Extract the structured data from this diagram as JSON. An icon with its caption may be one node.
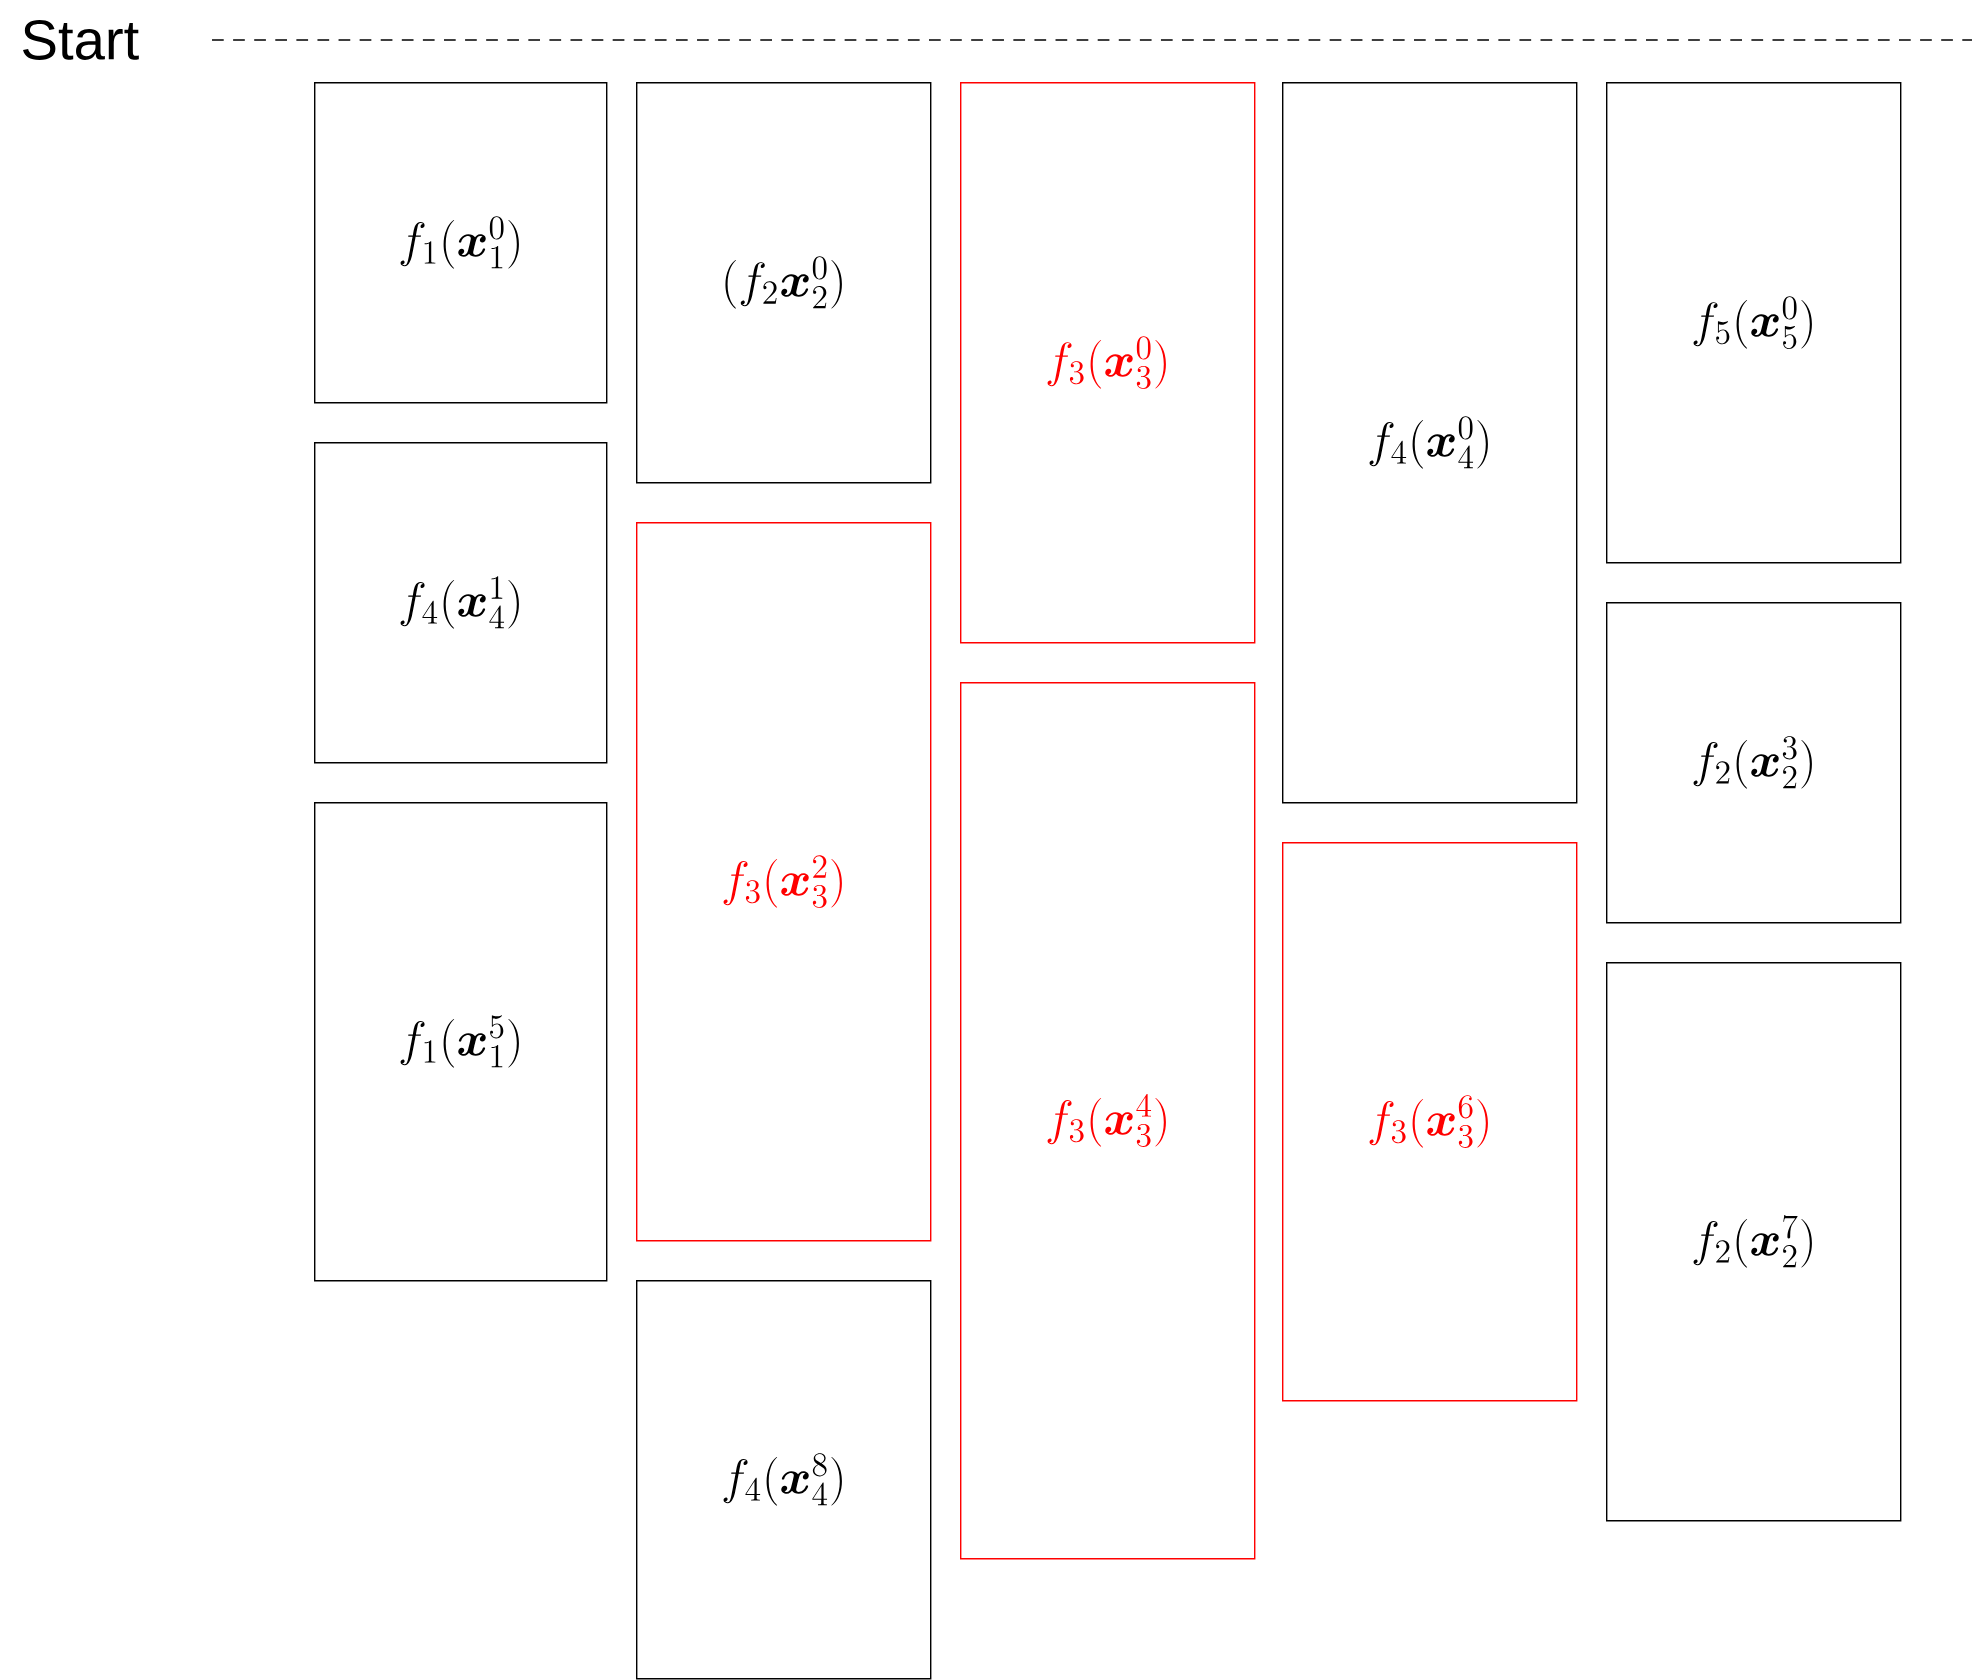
{
  "diagram": {
    "nodes": [
      {
        "text": [
          "f_1(\\boldsymbol{x}_1^0)"
        ]
      },
      {
        "text": [
          "f_4(\\boldsymbol{x}_4^1)"
        ]
      },
      {
        "text": [
          "f_1(\\boldsymbol{x}_1^5)"
        ]
      },
      {
        "text": [
          "(f_2\\boldsymbol{x}_2^0)"
        ]
      },
      {
        "text": [
          "f_3(\\boldsymbol{x}_3^2)"
        ]
      },
      {
        "text": [
          "f_4(\\boldsymbol{x}_4^8)"
        ]
      },
      {
        "text": [
          "f_3(\\boldsymbol{x}_3^0)"
        ]
      },
      {
        "text": [
          "f_3(\\boldsymbol{x}_3^4)"
        ]
      },
      {
        "text": [
          "f_4(\\boldsymbol{x}_4^0)"
        ]
      },
      {
        "text": [
          "f_3(\\boldsymbol{x}_3^6)"
        ]
      },
      {
        "text": [
          "f_5(\\boldsymbol{x}_5^0)"
        ]
      },
      {
        "text": [
          "f_2(\\boldsymbol{x}_2^3)"
        ]
      },
      {
        "text": [
          "f_2(\\boldsymbol{x}_2^7)"
        ]
      }
    ],
    "labels": [
      "Start"
    ]
  }
}
